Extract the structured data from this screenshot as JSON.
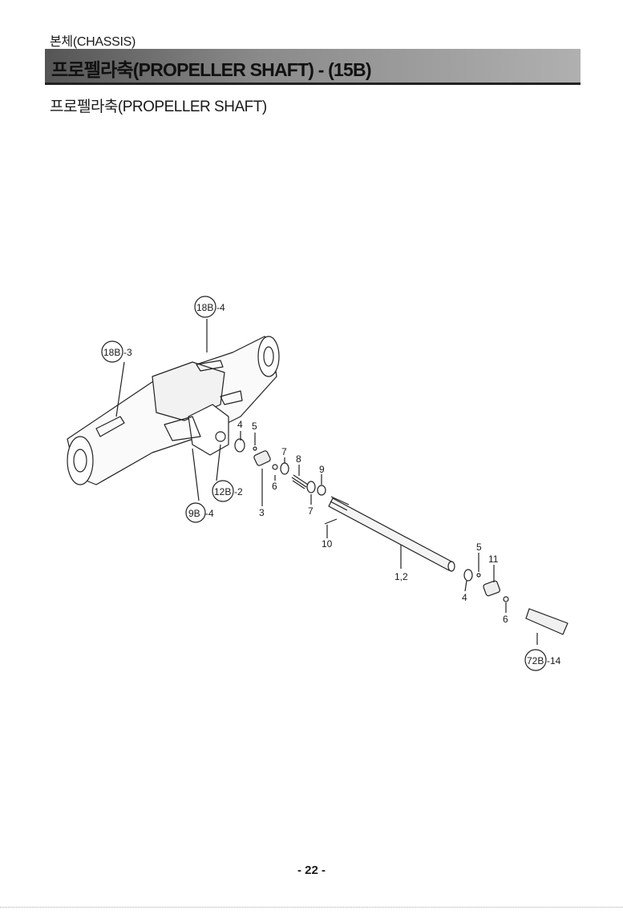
{
  "header": {
    "section": "본체(CHASSIS)",
    "title": "프로펠라축(PROPELLER SHAFT) - (15B)",
    "subtitle": "프로펠라축(PROPELLER SHAFT)"
  },
  "references": {
    "r18b4": {
      "code": "18B",
      "suffix": "-4"
    },
    "r18b3": {
      "code": "18B",
      "suffix": "-3"
    },
    "r12b2": {
      "code": "12B",
      "suffix": "-2"
    },
    "r9b4": {
      "code": "9B",
      "suffix": "-4"
    },
    "r72b14": {
      "code": "72B",
      "suffix": "-14"
    }
  },
  "callouts": {
    "c4a": "4",
    "c5a": "5",
    "c3": "3",
    "c7a": "7",
    "c6a": "6",
    "c8": "8",
    "c9": "9",
    "c7b": "7",
    "c10": "10",
    "c12": "1,2",
    "c5b": "5",
    "c11": "11",
    "c4b": "4",
    "c6b": "6"
  },
  "footer": {
    "page": "- 22 -"
  }
}
